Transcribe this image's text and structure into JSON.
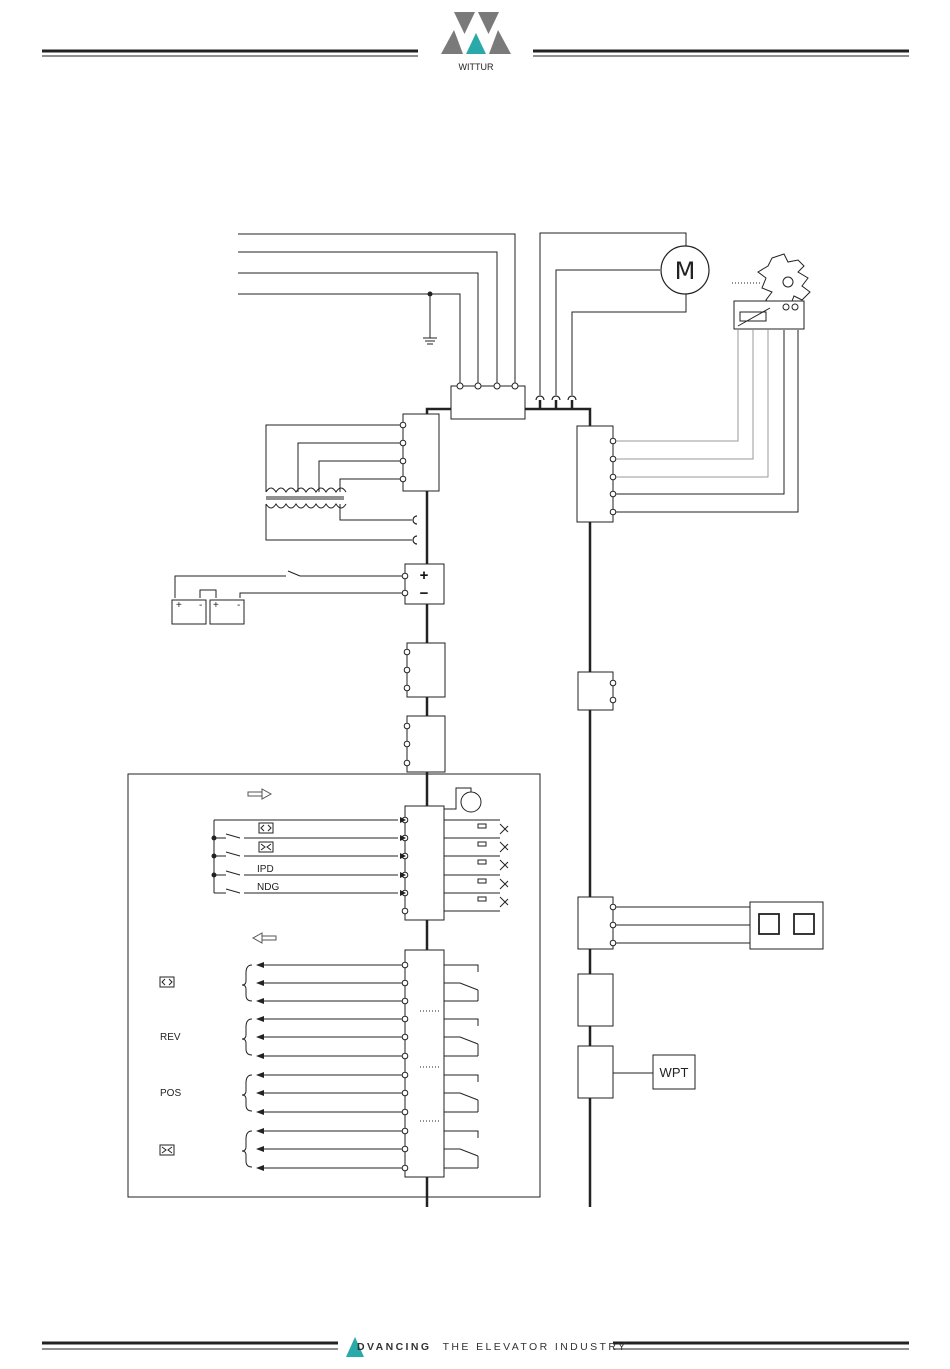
{
  "header": {
    "brand_name": "WITTUR",
    "accent_color": "#29a9a9",
    "logo_gray": "#7a7a7a"
  },
  "footer": {
    "tagline_first_letter": "A",
    "tagline_bold": "DVANCING",
    "tagline_rest": "THE ELEVATOR INDUSTRY"
  },
  "diagram": {
    "motor_symbol": "M",
    "battery_plus": "+",
    "battery_minus": "−",
    "input_labels": [
      "IPD",
      "NDG"
    ],
    "output_group_labels": [
      "REV",
      "POS"
    ],
    "wpt_label": "WPT"
  }
}
